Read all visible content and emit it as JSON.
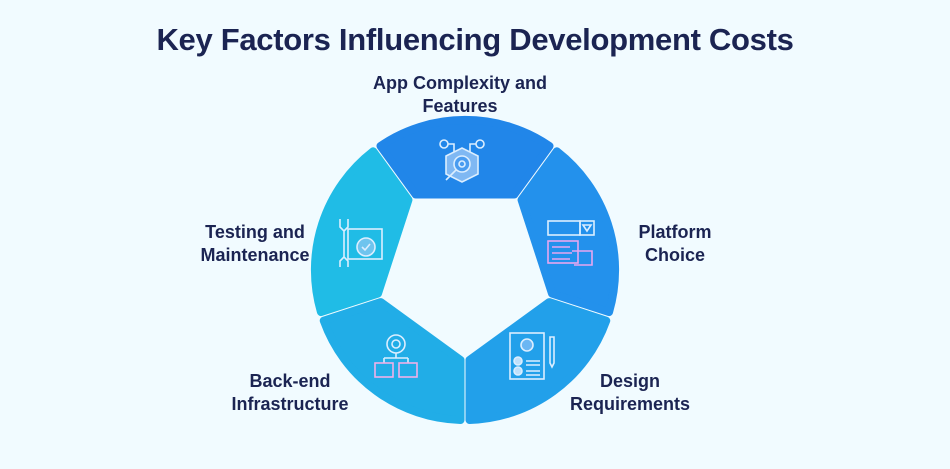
{
  "title": "Key Factors Influencing Development Costs",
  "segments": [
    {
      "label_line1": "App Complexity and",
      "label_line2": "Features",
      "color": "#2186e9",
      "icon": "gear-box-check-icon"
    },
    {
      "label_line1": "Platform",
      "label_line2": "Choice",
      "color": "#2391ec",
      "icon": "interface-select-hand-icon"
    },
    {
      "label_line1": "Design",
      "label_line2": "Requirements",
      "color": "#22a0ea",
      "icon": "document-pencil-icon"
    },
    {
      "label_line1": "Back-end",
      "label_line2": "Infrastructure",
      "color": "#21ade7",
      "icon": "server-gear-network-icon"
    },
    {
      "label_line1": "Testing and",
      "label_line2": "Maintenance",
      "color": "#20bce6",
      "icon": "wrench-window-check-icon"
    }
  ],
  "colors": {
    "background": "#f1fbff",
    "text": "#1b2452"
  }
}
